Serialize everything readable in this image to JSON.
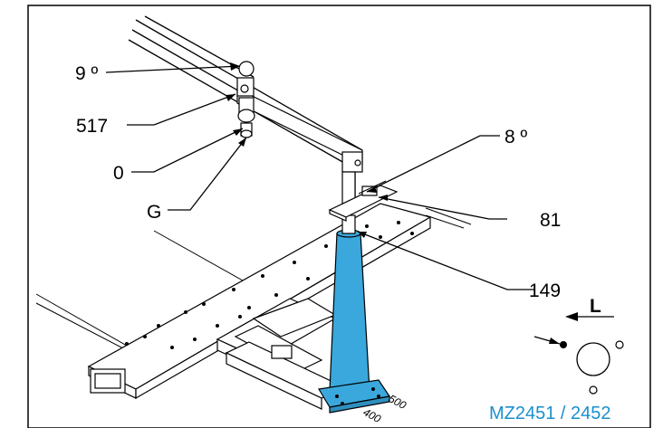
{
  "callouts": {
    "c1": "9 º",
    "c2": "517",
    "c3": "0",
    "c4": "G",
    "c5": "8 º",
    "c6": "81",
    "c7": "149"
  },
  "direction_label": "L",
  "dims": {
    "d1": "500",
    "d2": "400"
  },
  "reference": "MZ2451 / 2452",
  "colors": {
    "stand": "#3aa8dc",
    "reference_text": "#1a8fd0"
  }
}
